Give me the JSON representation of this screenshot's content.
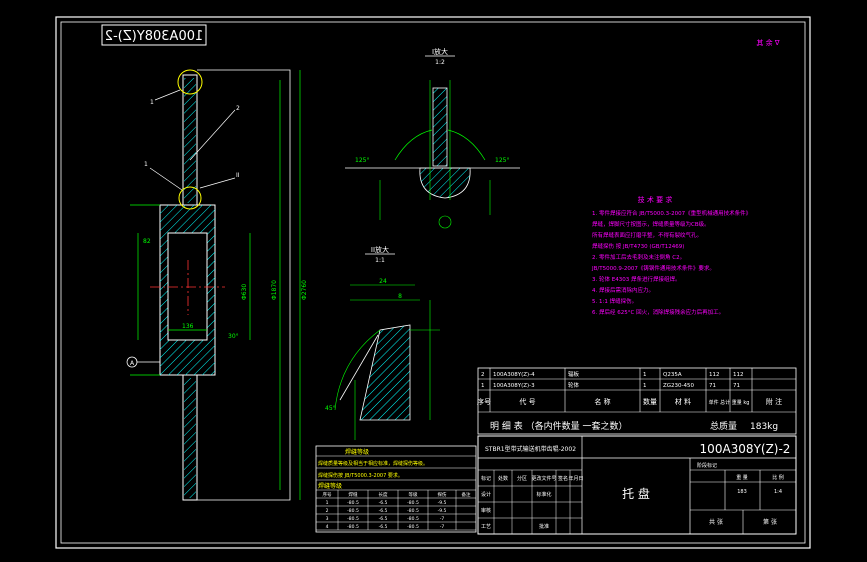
{
  "colors": {
    "background": "#000000",
    "border": "#ffffff",
    "part": "#ffffff",
    "dimension": "#00ff00",
    "hatch": "#00ffff",
    "center": "#ff3333",
    "callout": "#ffff00",
    "notes": "#ff00ff",
    "table": "#ffffff"
  },
  "corner_code_mirrored": "100A308Y(Z)-2",
  "roughness_mark": "其 余 ∇",
  "detail_views": {
    "top_title": "I放大",
    "top_scale": "1:2",
    "bottom_title": "II放大",
    "bottom_scale": "1:1",
    "top_dim_left": "125°",
    "top_dim_right": "125°",
    "bottom_dim_a": "24",
    "bottom_dim_b": "8",
    "bottom_dim_c": "45°"
  },
  "main_view_labels": {
    "callout_1": "1",
    "callout_2": "2",
    "callout_3": "1",
    "callout_4": "II",
    "datum": "A",
    "dim_overall": "Φ2760",
    "dim_mid": "Φ1870",
    "dim_inner": "Φ630",
    "dim_136": "136",
    "dim_82": "82",
    "dim_30": "30°"
  },
  "technical_requirements": {
    "title": "技 术 要 求",
    "items": [
      "1. 零件焊接应符合 JB/T5000.3-2007《重型机械通用技术条件》",
      "   焊缝，焊脚尺寸按图示，焊缝质量等级为CB级。",
      "   所有焊缝表面应打磨平整，不得有裂纹气孔。",
      "   焊缝探伤 按 JB/T4730 (GB/T12469)",
      "2. 零件加工后去毛刺及未注倒角 C2。",
      "   JB/T5000.9-2007《铸钢件通用技术条件》要求。",
      "3. 轮体 E4303 焊条进行焊接组焊。",
      "4. 焊接后需消除内应力。",
      "5. 1:1 焊缝探伤。",
      "6. 焊后经 625°C 回火，消除焊接残余应力后再加工。"
    ]
  },
  "weld_table": {
    "title": "焊缝等级",
    "line1": "焊缝质量等级及相当于相应标准，焊缝探伤等级。",
    "line2": "焊缝探伤按 JB/T5000.3-2007 要求。",
    "sub_title": "焊缝等级",
    "headers": [
      "序号",
      "焊缝",
      "长度",
      "等级",
      "探伤",
      "备注"
    ],
    "rows": [
      [
        "1",
        "-80.5",
        "-6.5",
        "-80.5",
        "-9.5",
        ""
      ],
      [
        "2",
        "-80.5",
        "-6.5",
        "-80.5",
        "-9.5",
        ""
      ],
      [
        "3",
        "-80.5",
        "-6.5",
        "-80.5",
        "-7",
        ""
      ],
      [
        "4",
        "-80.5",
        "-6.5",
        "-80.5",
        "-7",
        ""
      ]
    ]
  },
  "parts_list": {
    "rows": [
      {
        "no": "2",
        "code": "100A308Y(Z)-4",
        "name": "辐板",
        "qty": "1",
        "material": "Q235A",
        "unit": "112",
        "total": "112",
        "note": ""
      },
      {
        "no": "1",
        "code": "100A308Y(Z)-3",
        "name": "轮体",
        "qty": "1",
        "material": "ZG230-450",
        "unit": "71",
        "total": "71",
        "note": ""
      }
    ],
    "header": {
      "no": "序号",
      "code": "代 号",
      "name": "名 称",
      "qty": "数量",
      "material": "材 料",
      "weight": "单件 总计 重量 kg",
      "note": "附 注"
    },
    "footer_left": "明 细 表 （各内件数量 一套之数）",
    "total_weight_label": "总质量",
    "total_weight_value": "183kg"
  },
  "title_block": {
    "company_line": "STBR1型带式输送机带齿辊-2002",
    "drawing_number": "100A308Y(Z)-2",
    "part_name": "托 盘",
    "stage_label": "阶段标记",
    "weight_label": "重 量",
    "scale_label": "比 例",
    "weight_value": "183",
    "scale_value": "1:4",
    "sheet_label": "共 张",
    "sheet_of": "第 张",
    "left_rows": [
      [
        "标记",
        "处数",
        "分区",
        "更改文件号",
        "签名",
        "年月日"
      ],
      [
        "设计",
        "",
        "",
        "标准化",
        "",
        ""
      ],
      [
        "审核",
        "",
        "",
        "",
        "",
        ""
      ],
      [
        "工艺",
        "",
        "",
        "批准",
        "",
        ""
      ]
    ]
  }
}
